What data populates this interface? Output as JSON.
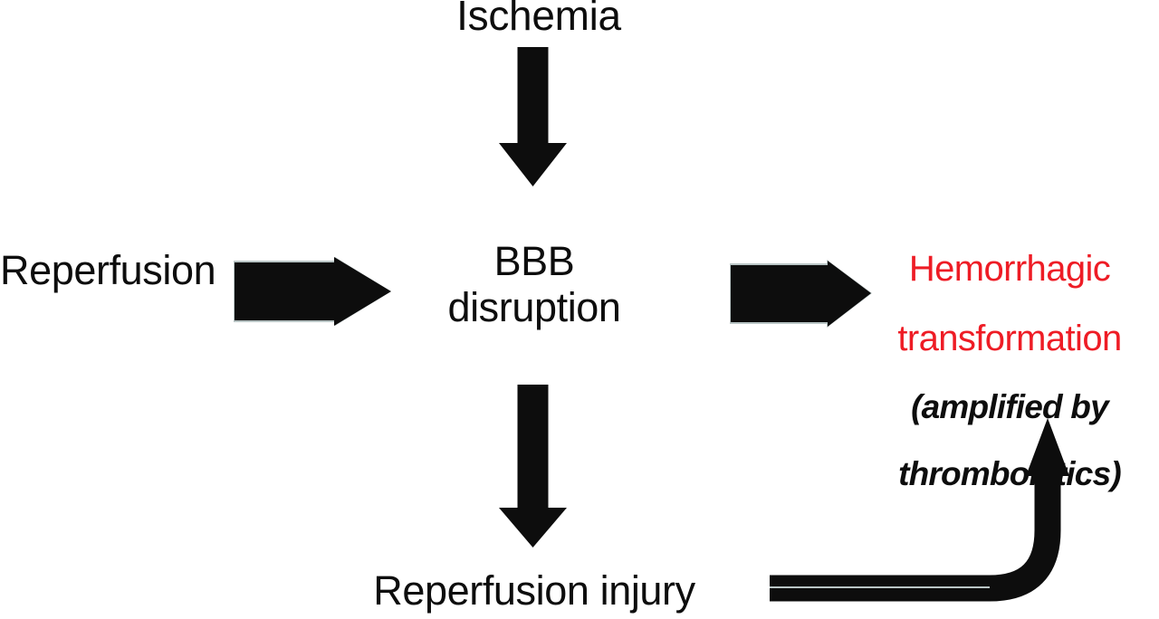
{
  "diagram": {
    "title": "Ischemia",
    "background_color": "#ffffff",
    "ink_color": "#0d0d0d",
    "accent_color": "#ee1c25",
    "edge_highlight_color": "#b9c5c5",
    "nodes": {
      "ischemia": "Ischemia",
      "reperfusion": "Reperfusion",
      "bbb_line1": "BBB",
      "bbb_line2": "disruption",
      "reperfusion_injury": "Reperfusion injury",
      "outcome_line1": "Hemorrhagic",
      "outcome_line2": "transformation",
      "outcome_line3": "(amplified by",
      "outcome_line4": "thrombolytics)"
    },
    "arrows": [
      {
        "name": "ischemia-to-bbb",
        "direction": "down",
        "from": "Ischemia",
        "to": "BBB disruption"
      },
      {
        "name": "reperfusion-to-bbb",
        "direction": "right",
        "from": "Reperfusion",
        "to": "BBB disruption"
      },
      {
        "name": "bbb-to-hemorrhagic-transformation",
        "direction": "right",
        "from": "BBB disruption",
        "to": "Hemorrhagic transformation"
      },
      {
        "name": "bbb-to-reperfusion-injury",
        "direction": "down",
        "from": "BBB disruption",
        "to": "Reperfusion injury"
      },
      {
        "name": "reperfusion-injury-to-hemorrhagic-transformation",
        "direction": "elbow-up",
        "from": "Reperfusion injury",
        "to": "Hemorrhagic transformation"
      }
    ]
  }
}
